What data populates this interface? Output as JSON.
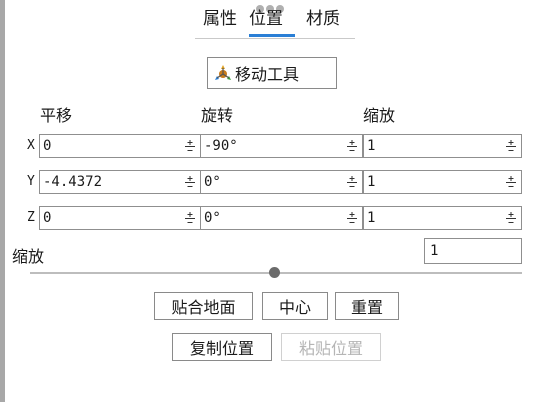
{
  "tabs": [
    {
      "label": "属性"
    },
    {
      "label": "位置"
    },
    {
      "label": "材质"
    }
  ],
  "active_tab": "位置",
  "colors": {
    "accent": "#2a7fd6",
    "border": "#8f8f8f",
    "disabled": "#b5b5b5"
  },
  "tool_button": {
    "label": "移动工具",
    "icon": "move-tool-icon"
  },
  "columns": {
    "translate": "平移",
    "rotate": "旋转",
    "scale": "缩放"
  },
  "rows": [
    {
      "axis": "X",
      "translate": "0",
      "rotate": "-90°",
      "scale": "1"
    },
    {
      "axis": "Y",
      "translate": "-4.4372",
      "rotate": "0°",
      "scale": "1"
    },
    {
      "axis": "Z",
      "translate": "0",
      "rotate": "0°",
      "scale": "1"
    }
  ],
  "uniform_scale": {
    "label": "缩放",
    "value": "1",
    "slider_fraction": 0.5
  },
  "buttons": {
    "snap_ground": "贴合地面",
    "center": "中心",
    "reset": "重置",
    "copy_position": "复制位置",
    "paste_position": "粘贴位置"
  }
}
